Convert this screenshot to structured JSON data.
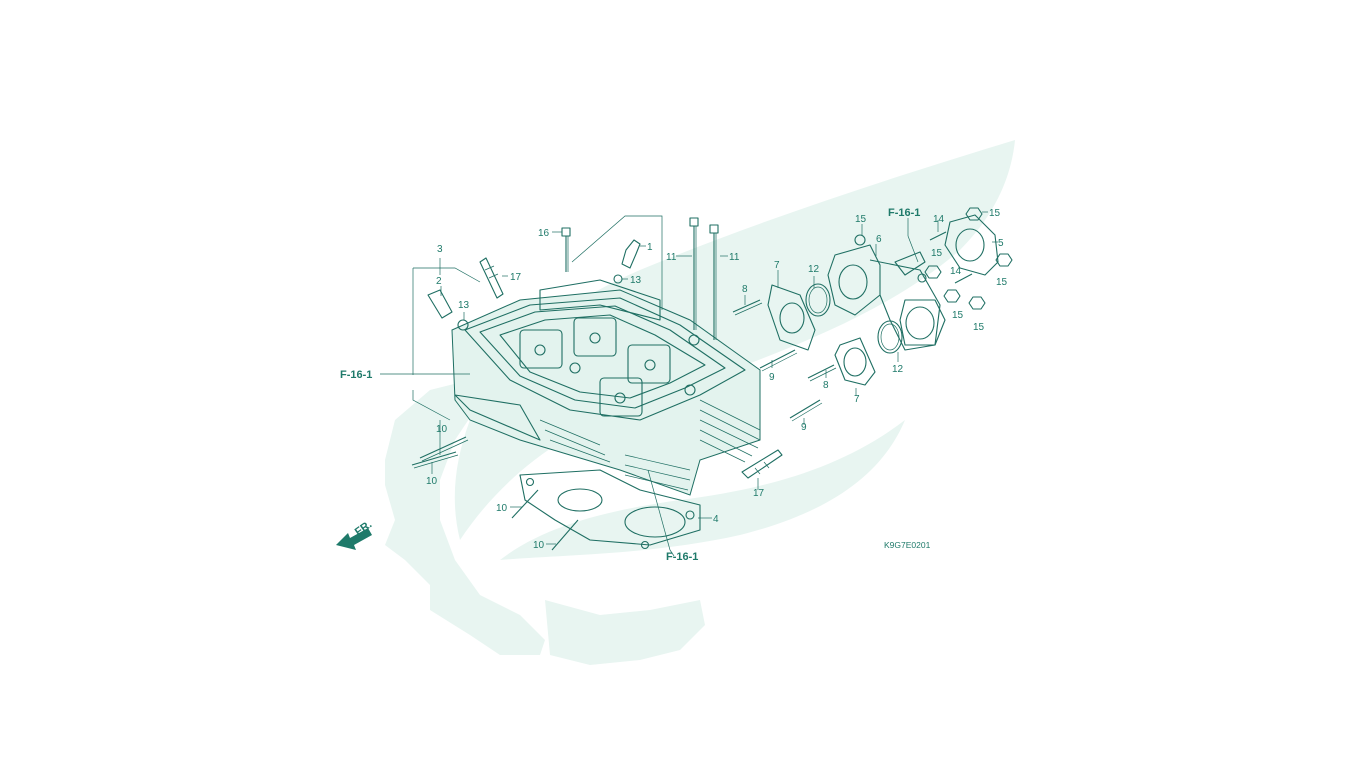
{
  "diagram": {
    "drawing_code": "K9G7E0201",
    "front_label": "FR.",
    "colors": {
      "line": "#1f6f63",
      "label": "#1f7a6a",
      "watermark": "#e8f5f1",
      "background": "#ffffff"
    },
    "ref_labels": [
      "F-16-1",
      "F-16-1",
      "F-16-1"
    ],
    "callouts": [
      "1",
      "2",
      "3",
      "4",
      "5",
      "6",
      "7",
      "7",
      "8",
      "8",
      "9",
      "9",
      "10",
      "10",
      "10",
      "10",
      "11",
      "11",
      "12",
      "12",
      "13",
      "13",
      "14",
      "14",
      "15",
      "15",
      "15",
      "15",
      "15",
      "15",
      "16",
      "17",
      "17"
    ]
  }
}
